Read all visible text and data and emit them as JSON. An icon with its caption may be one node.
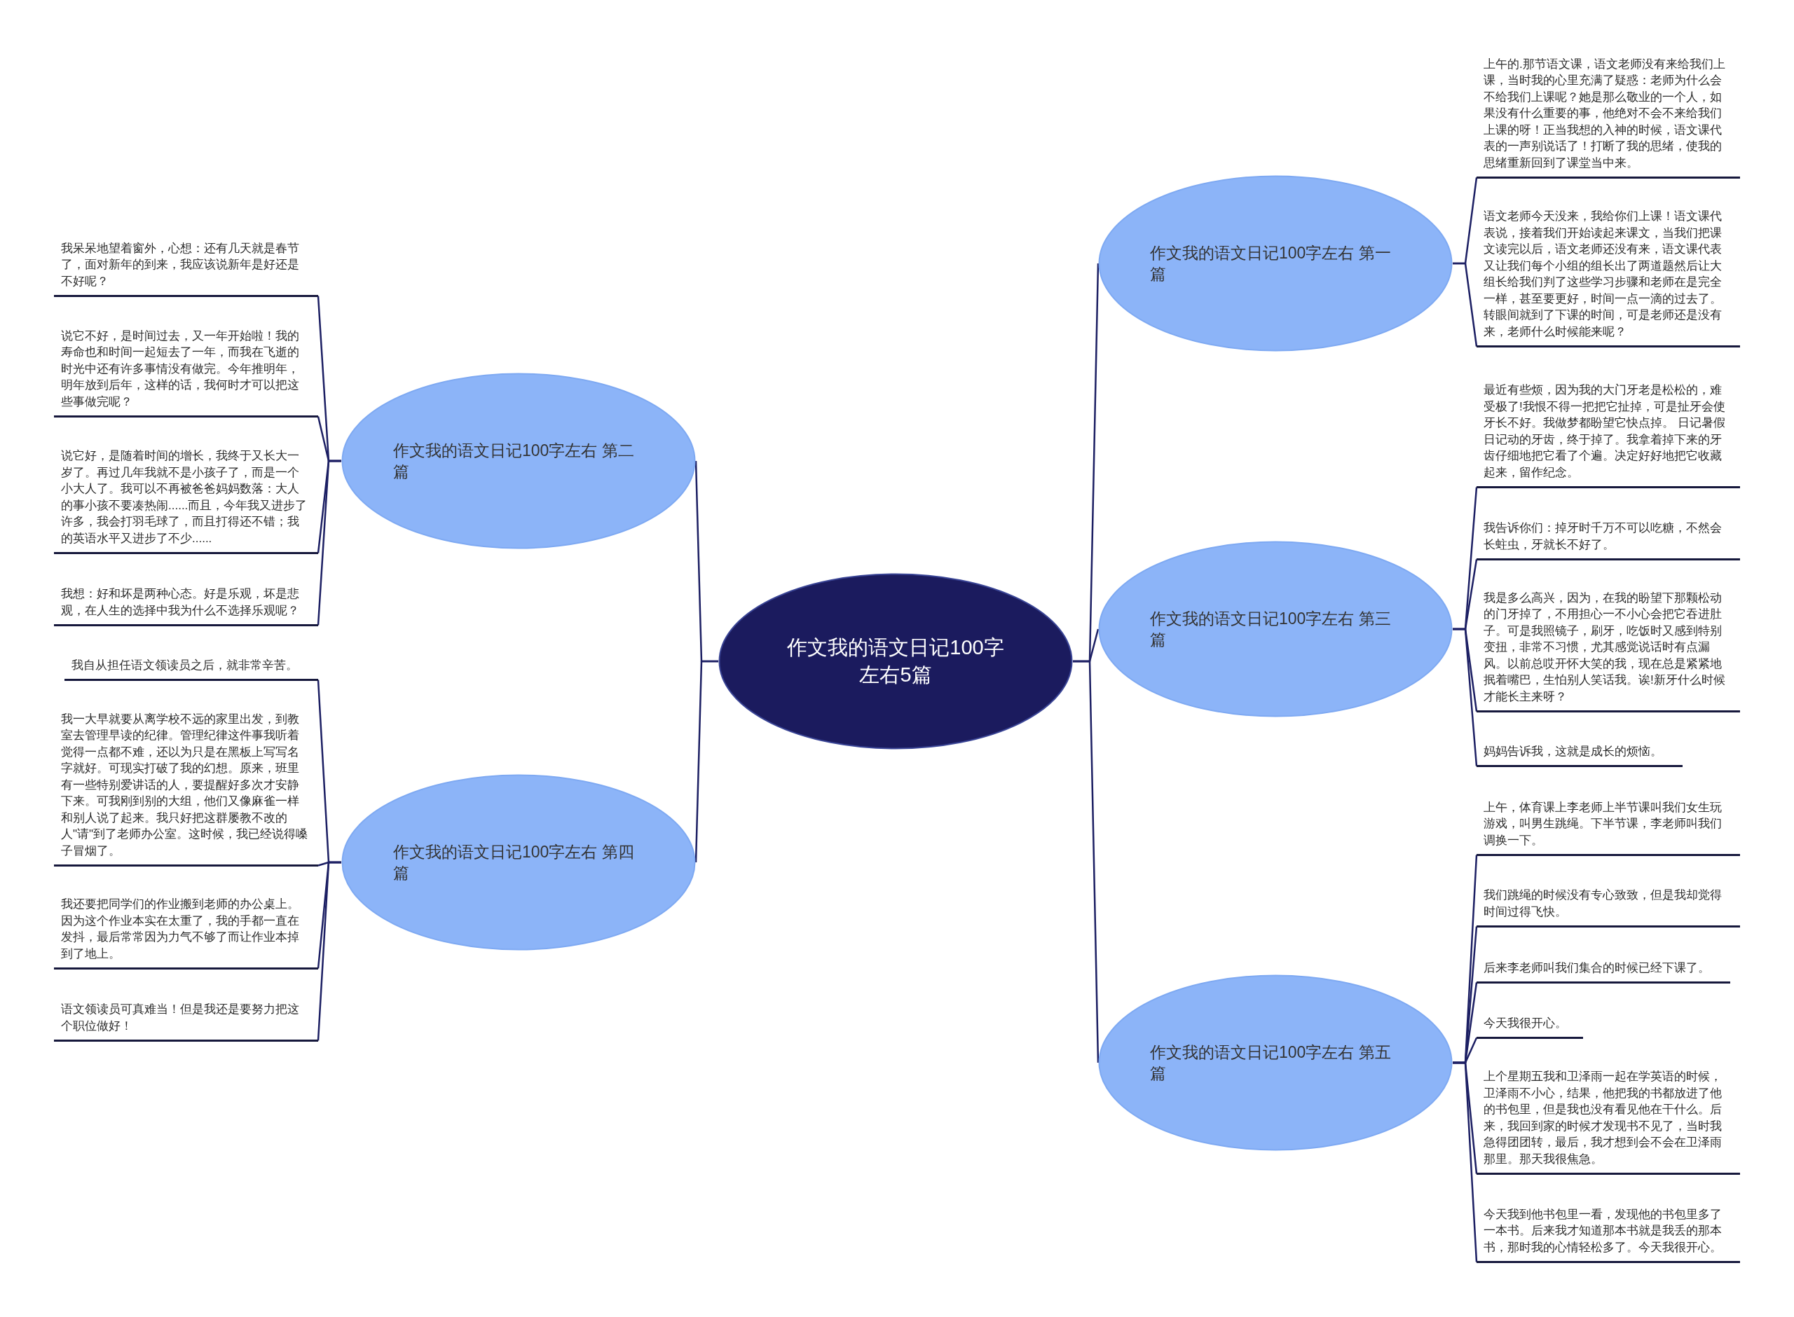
{
  "diagram": {
    "nodes": [
      {
        "text": [
          "作文我的语文日记100字左右5篇"
        ]
      },
      {
        "text": [
          "作文我的语文日记100字左右 第一篇"
        ]
      },
      {
        "text": [
          "上午的.那节语文课，语文老师没有来给我们上课，当时我的心里充满了疑惑：老师为什么会不给我们上课呢？她是那么敬业的一个人，如果没有什么重要的事，他绝对不会不来给我们上课的呀！正当我想的入神的时候，语文课代表的一声别说话了！打断了我的思绪，使我的思绪重新回到了课堂当中来。"
        ]
      },
      {
        "text": [
          "语文老师今天没来，我给你们上课！语文课代表说，接着我们开始读起来课文，当我们把课文读完以后，语文老师还没有来，语文课代表又让我们每个小组的组长出了两道题然后让大组长给我们判了这些学习步骤和老师在是完全一样，甚至要更好，时间一点一滴的过去了。转眼间就到了下课的时间，可是老师还是没有来，老师什么时候能来呢？"
        ]
      },
      {
        "text": [
          "作文我的语文日记100字左右 第二篇"
        ]
      },
      {
        "text": [
          "我呆呆地望着窗外，心想：还有几天就是春节了，面对新年的到来，我应该说新年是好还是不好呢？"
        ]
      },
      {
        "text": [
          "说它不好，是时间过去，又一年开始啦！我的寿命也和时间一起短去了一年，而我在飞逝的时光中还有许多事情没有做完。今年推明年，明年放到后年，这样的话，我何时才可以把这些事做完呢？"
        ]
      },
      {
        "text": [
          "说它好，是随着时间的增长，我终于又长大一岁了。再过几年我就不是小孩子了，而是一个小大人了。我可以不再被爸爸妈妈数落：大人的事小孩不要凑热闹......而且，今年我又进步了许多，我会打羽毛球了，而且打得还不错；我的英语水平又进步了不少......"
        ]
      },
      {
        "text": [
          "我想：好和坏是两种心态。好是乐观，坏是悲观，在人生的选择中我为什么不选择乐观呢？"
        ]
      },
      {
        "text": [
          "作文我的语文日记100字左右 第三篇"
        ]
      },
      {
        "text": [
          "最近有些烦，因为我的大门牙老是松松的，难受极了!我恨不得一把把它扯掉，可是扯牙会使牙长不好。我做梦都盼望它快点掉。 日记暑假日记动的牙齿，终于掉了。我拿着掉下来的牙齿仔细地把它看了个遍。决定好好地把它收藏起来，留作纪念。"
        ]
      },
      {
        "text": [
          "我告诉你们：掉牙时千万不可以吃糖，不然会长蛀虫，牙就长不好了。"
        ]
      },
      {
        "text": [
          "我是多么高兴，因为，在我的盼望下那颗松动的门牙掉了，不用担心一不小心会把它吞进肚子。可是我照镜子，刷牙，吃饭时又感到特别变扭，非常不习惯，尤其感觉说话时有点漏风。以前总哎开怀大笑的我，现在总是紧紧地抿着嘴巴，生怕别人笑话我。诶!新牙什么时候才能长主来呀？"
        ]
      },
      {
        "text": [
          "妈妈告诉我，这就是成长的烦恼。"
        ]
      },
      {
        "text": [
          "作文我的语文日记100字左右 第四篇"
        ]
      },
      {
        "text": [
          "我自从担任语文领读员之后，就非常辛苦。"
        ]
      },
      {
        "text": [
          "我一大早就要从离学校不远的家里出发，到教室去管理早读的纪律。管理纪律这件事我听着觉得一点都不难，还以为只是在黑板上写写名字就好。可现实打破了我的幻想。原来，班里有一些特别爱讲话的人，要提醒好多次才安静下来。可我刚到别的大组，他们又像麻雀一样和别人说了起来。我只好把这群屡教不改的人\"请\"到了老师办公室。这时候，我已经说得嗓子冒烟了。"
        ]
      },
      {
        "text": [
          "我还要把同学们的作业搬到老师的办公桌上。因为这个作业本实在太重了，我的手都一直在发抖，最后常常因为力气不够了而让作业本掉到了地上。"
        ]
      },
      {
        "text": [
          "语文领读员可真难当！但是我还是要努力把这个职位做好！"
        ]
      },
      {
        "text": [
          "作文我的语文日记100字左右 第五篇"
        ]
      },
      {
        "text": [
          "上午，体育课上李老师上半节课叫我们女生玩游戏，叫男生跳绳。下半节课，李老师叫我们调换一下。"
        ]
      },
      {
        "text": [
          "我们跳绳的时候没有专心致致，但是我却觉得时间过得飞快。"
        ]
      },
      {
        "text": [
          "后来李老师叫我们集合的时候已经下课了。"
        ]
      },
      {
        "text": [
          "今天我很开心。"
        ]
      },
      {
        "text": [
          "上个星期五我和卫泽雨一起在学英语的时候，卫泽雨不小心，结果，他把我的书都放进了他的书包里，但是我也没有看见他在干什么。后来，我回到家的时候才发现书不见了，当时我急得团团转，最后，我才想到会不会在卫泽雨那里。那天我很焦急。"
        ]
      },
      {
        "text": [
          "今天我到他书包里一看，发现他的书包里多了一本书。后来我才知道那本书就是我丢的那本书，那时我的心情轻松多了。今天我很开心。"
        ]
      }
    ],
    "edges": [
      {
        "from": 0,
        "to": 1,
        "arrow": "none"
      },
      {
        "from": 1,
        "to": 2,
        "arrow": "none"
      },
      {
        "from": 1,
        "to": 3,
        "arrow": "none"
      },
      {
        "from": 0,
        "to": 4,
        "arrow": "none"
      },
      {
        "from": 4,
        "to": 5,
        "arrow": "none"
      },
      {
        "from": 4,
        "to": 6,
        "arrow": "none"
      },
      {
        "from": 4,
        "to": 7,
        "arrow": "none"
      },
      {
        "from": 4,
        "to": 8,
        "arrow": "none"
      },
      {
        "from": 0,
        "to": 9,
        "arrow": "none"
      },
      {
        "from": 9,
        "to": 10,
        "arrow": "none"
      },
      {
        "from": 9,
        "to": 11,
        "arrow": "none"
      },
      {
        "from": 9,
        "to": 12,
        "arrow": "none"
      },
      {
        "from": 9,
        "to": 13,
        "arrow": "none"
      },
      {
        "from": 0,
        "to": 14,
        "arrow": "none"
      },
      {
        "from": 14,
        "to": 15,
        "arrow": "none"
      },
      {
        "from": 14,
        "to": 16,
        "arrow": "none"
      },
      {
        "from": 14,
        "to": 17,
        "arrow": "none"
      },
      {
        "from": 14,
        "to": 18,
        "arrow": "none"
      },
      {
        "from": 0,
        "to": 19,
        "arrow": "none"
      },
      {
        "from": 19,
        "to": 20,
        "arrow": "none"
      },
      {
        "from": 19,
        "to": 21,
        "arrow": "none"
      },
      {
        "from": 19,
        "to": 22,
        "arrow": "none"
      },
      {
        "from": 19,
        "to": 23,
        "arrow": "none"
      },
      {
        "from": 19,
        "to": 24,
        "arrow": "none"
      },
      {
        "from": 19,
        "to": 25,
        "arrow": "none"
      }
    ]
  }
}
